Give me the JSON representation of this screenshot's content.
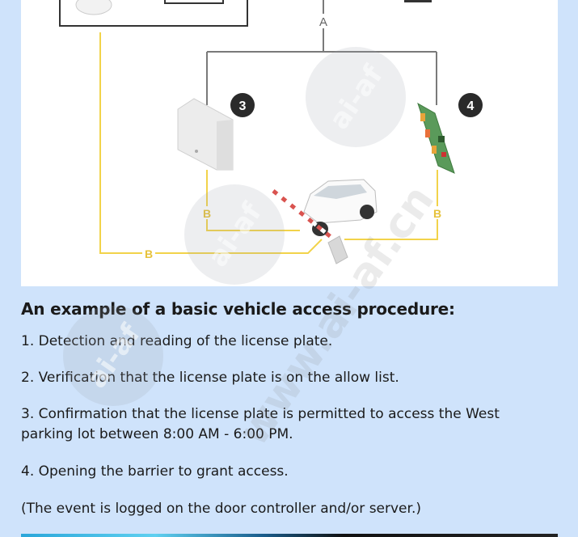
{
  "diagram": {
    "label_a": "A",
    "label_b": "B",
    "badge_3": "3",
    "badge_4": "4"
  },
  "content": {
    "heading": "An example of a basic vehicle access procedure:",
    "steps": [
      "1. Detection and reading of the license plate.",
      "2. Verification that the license plate is on the allow list.",
      "3. Confirmation that the license plate is permitted to access the West parking lot between 8:00 AM - 6:00 PM.",
      "4. Opening the barrier to grant access."
    ],
    "note": "(The event is logged on the door controller and/or server.)"
  },
  "watermark": {
    "text_1": "ai-af",
    "text_2": "www.ai-af.cn"
  },
  "colors": {
    "page_bg": "#cfe3fb",
    "cable_b": "#f2d34a",
    "cable_a": "#707070",
    "badge_bg": "#2a2a2a"
  }
}
